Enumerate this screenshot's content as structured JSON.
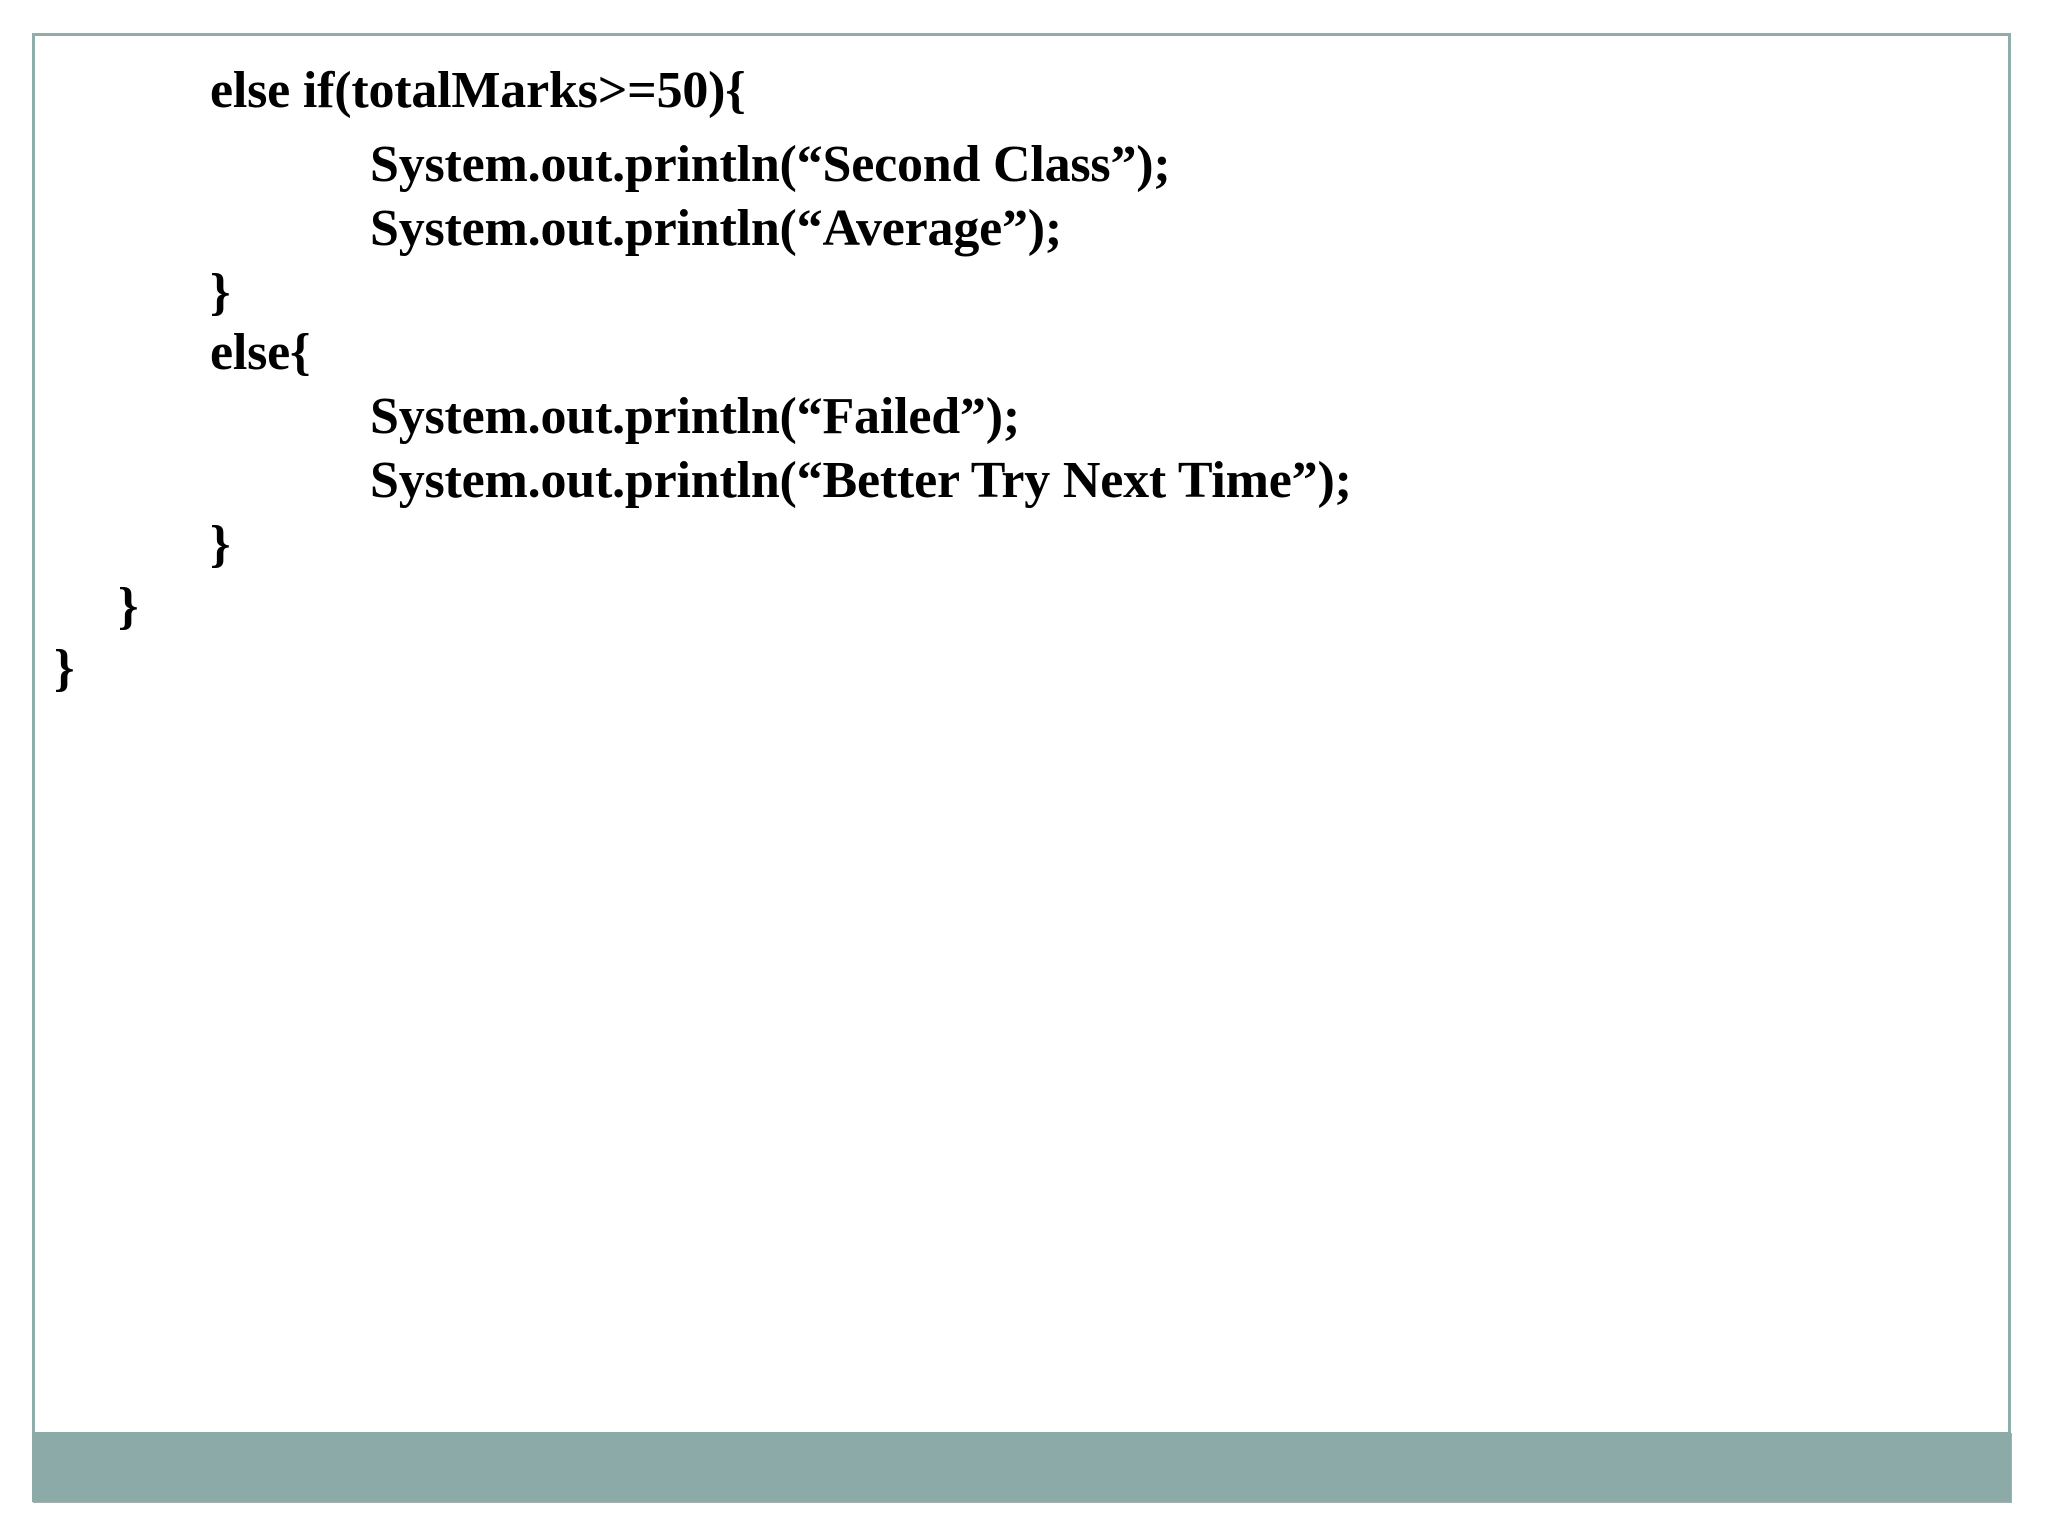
{
  "slide": {
    "background_color": "#FFFFFF",
    "border_color": "#8FAEAB",
    "footer_band_color": "#8CABA8",
    "text_color": "#000000"
  },
  "code": {
    "language": "java",
    "lines": [
      {
        "indent": 2,
        "text": "else if(totalMarks>=50){"
      },
      {
        "indent": 3,
        "text": "System.out.println(“Second Class”);"
      },
      {
        "indent": 3,
        "text": "System.out.println(“Average”);"
      },
      {
        "indent": 2,
        "text": "}"
      },
      {
        "indent": 2,
        "text": "else{"
      },
      {
        "indent": 3,
        "text": "System.out.println(“Failed”);"
      },
      {
        "indent": 3,
        "text": "System.out.println(“Better Try Next Time”);"
      },
      {
        "indent": 2,
        "text": "}"
      },
      {
        "indent": 1,
        "text": "}"
      },
      {
        "indent": 0,
        "text": "}"
      }
    ]
  }
}
